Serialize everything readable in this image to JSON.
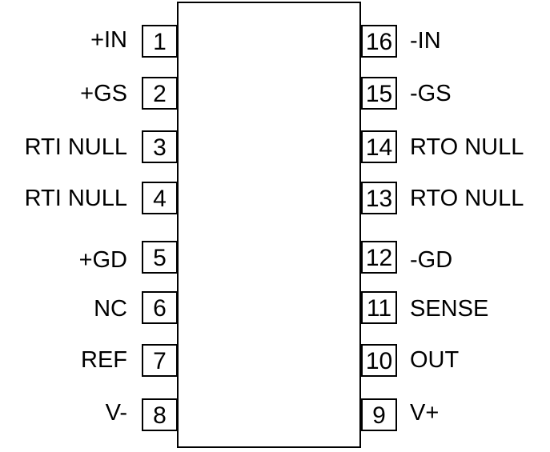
{
  "pins": {
    "left": [
      {
        "number": "1",
        "label": "+IN"
      },
      {
        "number": "2",
        "label": "+GS"
      },
      {
        "number": "3",
        "label": "RTI NULL"
      },
      {
        "number": "4",
        "label": "RTI NULL"
      },
      {
        "number": "5",
        "label": "+GD"
      },
      {
        "number": "6",
        "label": "NC"
      },
      {
        "number": "7",
        "label": "REF"
      },
      {
        "number": "8",
        "label": "V-"
      }
    ],
    "right": [
      {
        "number": "16",
        "label": "-IN"
      },
      {
        "number": "15",
        "label": "-GS"
      },
      {
        "number": "14",
        "label": "RTO NULL"
      },
      {
        "number": "13",
        "label": "RTO NULL"
      },
      {
        "number": "12",
        "label": "-GD"
      },
      {
        "number": "11",
        "label": "SENSE"
      },
      {
        "number": "10",
        "label": "OUT"
      },
      {
        "number": "9",
        "label": "V+"
      }
    ]
  }
}
